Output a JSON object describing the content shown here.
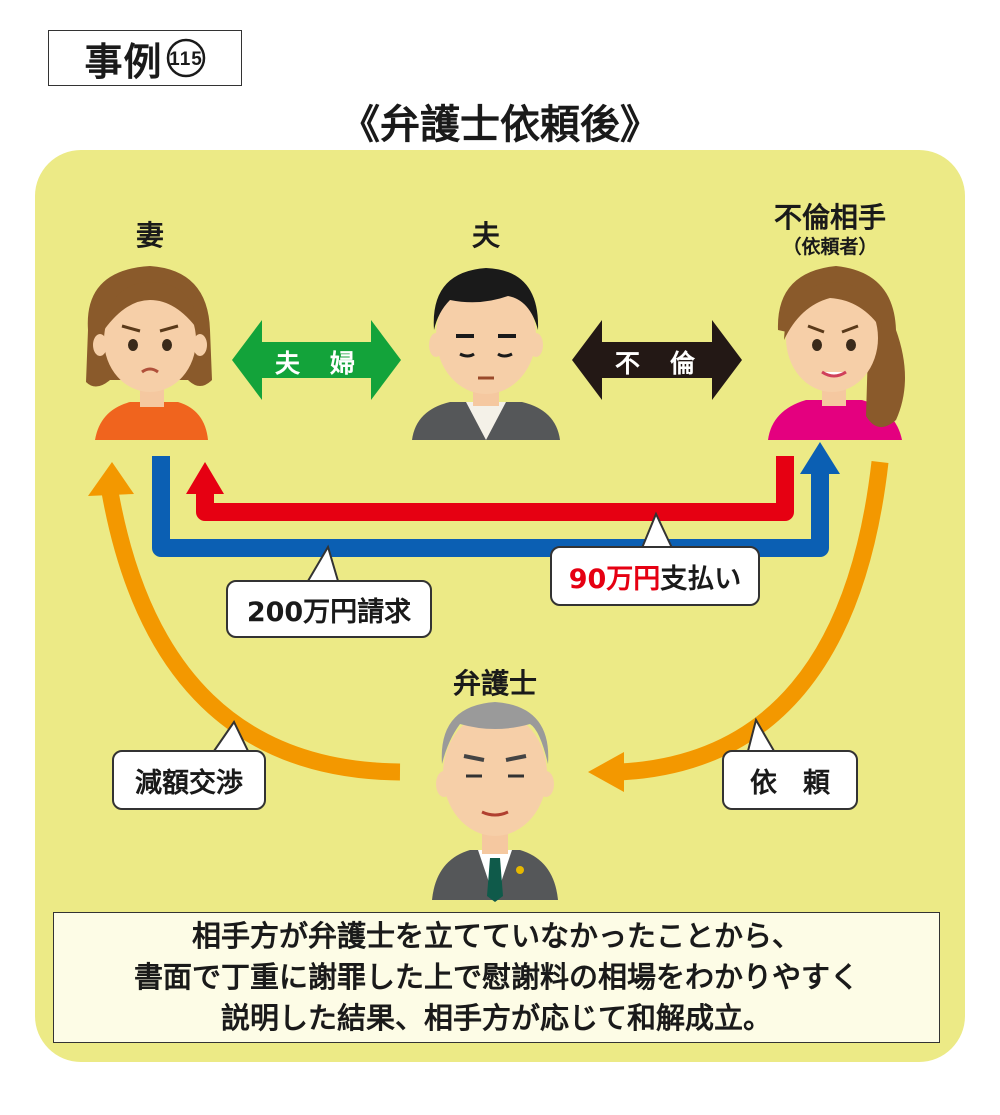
{
  "header": {
    "case_label": "事例",
    "case_number": "115",
    "title": "《弁護士依頼後》"
  },
  "people": {
    "wife": {
      "label": "妻"
    },
    "husband": {
      "label": "夫"
    },
    "partner": {
      "label": "不倫相手",
      "sublabel": "（依頼者）"
    },
    "lawyer": {
      "label": "弁護士"
    }
  },
  "relations": {
    "married": "夫婦",
    "affair": "不倫"
  },
  "bubbles": {
    "claim_amount": "200万円",
    "claim_text": "請求",
    "paid_amount": "90万円",
    "paid_text": "支払い",
    "negotiation": "減額交渉",
    "request": "依頼"
  },
  "summary": {
    "line1": "相手方が弁護士を立てていなかったことから、",
    "line2": "書面で丁重に謝罪した上で慰謝料の相場をわかりやすく",
    "line3": "説明した結果、相手方が応じて和解成立。"
  },
  "colors": {
    "panel": "#ecea86",
    "married_arrow": "#13a33a",
    "affair_arrow": "#231815",
    "payment_arrow": "#e60012",
    "claim_arrow": "#0b5fb3",
    "lawyer_arrows": "#f39800"
  }
}
